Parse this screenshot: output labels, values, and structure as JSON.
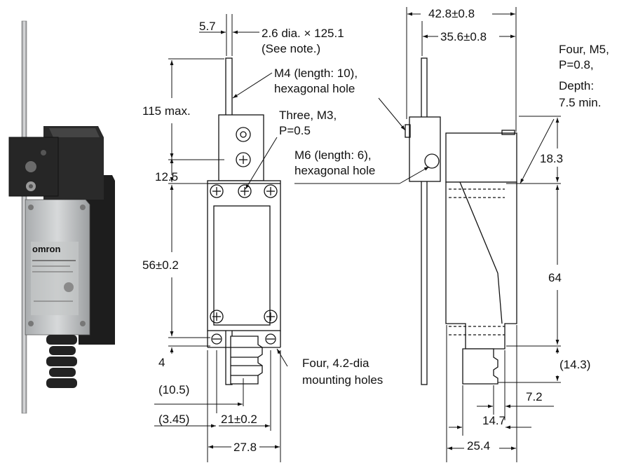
{
  "dimensions": {
    "d_5_7": "5.7",
    "rod_dia_l1": "2.6 dia. × 125.1",
    "rod_dia_l2": "(See note.)",
    "d_115": "115 max.",
    "d_12_5": "12.5",
    "d_56": "56±0.2",
    "d_4": "4",
    "d_10_5": "(10.5)",
    "d_3_45": "(3.45)",
    "d_21": "21±0.2",
    "d_27_8": "27.8",
    "d_42_8": "42.8±0.8",
    "d_35_6": "35.6±0.8",
    "d_18_3": "18.3",
    "d_64": "64",
    "d_14_3": "(14.3)",
    "d_7_2": "7.2",
    "d_14_7": "14.7",
    "d_25_4": "25.4"
  },
  "notes": {
    "m4_l1": "M4 (length: 10),",
    "m4_l2": "hexagonal hole",
    "m3_l1": "Three, M3,",
    "m3_l2": "P=0.5",
    "m6_l1": "M6 (length: 6),",
    "m6_l2": "hexagonal hole",
    "m5_l1": "Four, M5,",
    "m5_l2": "P=0.8,",
    "m5_l3": "Depth:",
    "m5_l4": "7.5 min.",
    "mount_l1": "Four, 4.2-dia",
    "mount_l2": "mounting holes"
  },
  "photo": {
    "brand": "omron"
  }
}
